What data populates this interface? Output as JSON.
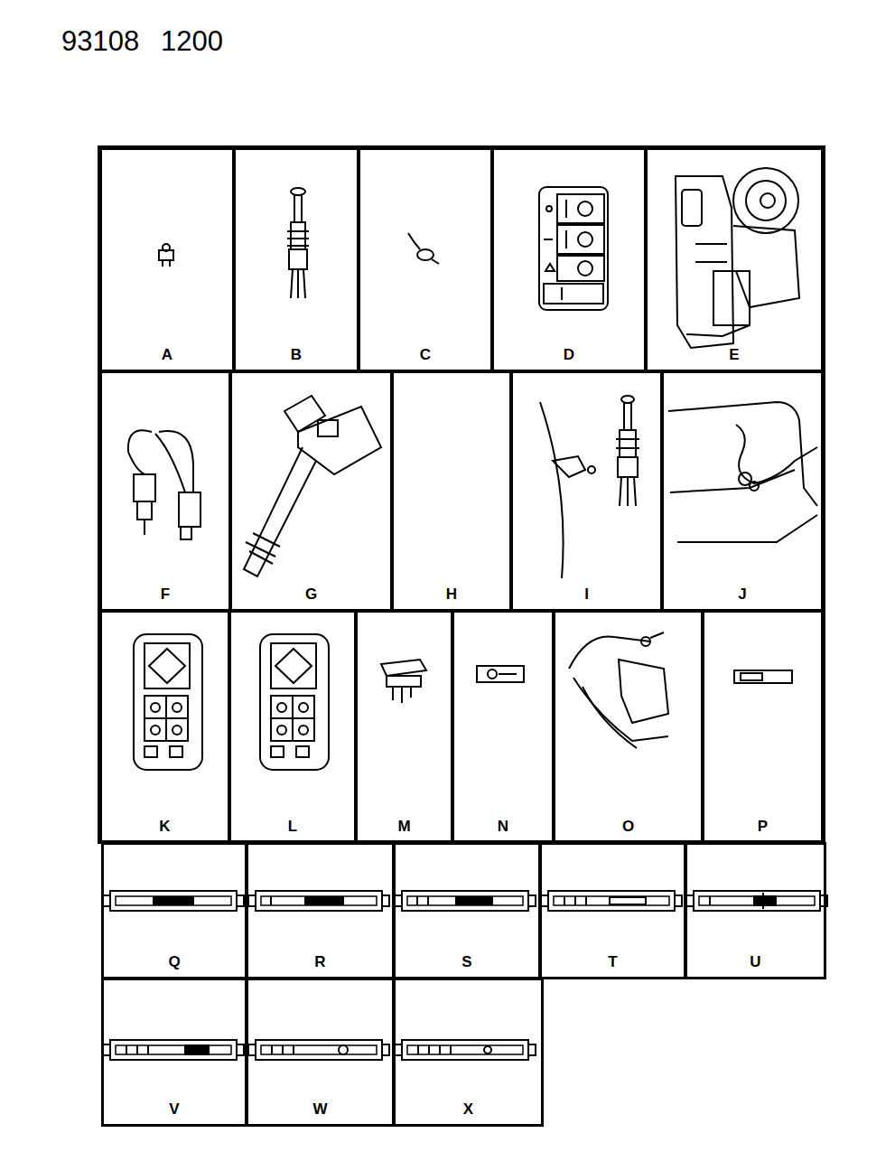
{
  "diagram": {
    "nodes": [
      {
        "text": [
          "A"
        ]
      },
      {
        "text": [
          "B"
        ]
      },
      {
        "text": [
          "C"
        ]
      },
      {
        "text": [
          "D"
        ]
      },
      {
        "text": [
          "E"
        ]
      },
      {
        "text": [
          "F"
        ]
      },
      {
        "text": [
          "G"
        ]
      },
      {
        "text": [
          "H"
        ]
      },
      {
        "text": [
          "I"
        ]
      },
      {
        "text": [
          "J"
        ]
      },
      {
        "text": [
          "K"
        ]
      },
      {
        "text": [
          "L"
        ]
      },
      {
        "text": [
          "M"
        ]
      },
      {
        "text": [
          "N"
        ]
      },
      {
        "text": [
          "O"
        ]
      },
      {
        "text": [
          "P"
        ]
      },
      {
        "text": [
          "Q"
        ]
      },
      {
        "text": [
          "R"
        ]
      },
      {
        "text": [
          "S"
        ]
      },
      {
        "text": [
          "T"
        ]
      },
      {
        "text": [
          "U"
        ]
      },
      {
        "text": [
          "V"
        ]
      },
      {
        "text": [
          "W"
        ]
      },
      {
        "text": [
          "X"
        ]
      }
    ],
    "labels": [
      "93108",
      "1200"
    ]
  }
}
